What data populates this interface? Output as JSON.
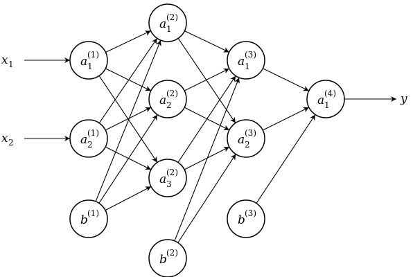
{
  "colors": {
    "stroke": "#000000",
    "fill": "#ffffff"
  },
  "inputs": [
    {
      "id": "x1",
      "name": "x",
      "sub": "1"
    },
    {
      "id": "x2",
      "name": "x",
      "sub": "2"
    }
  ],
  "output": {
    "id": "y",
    "name": "y"
  },
  "nodes": [
    {
      "id": "a11",
      "name": "a",
      "sub": "1",
      "sup": "(1)"
    },
    {
      "id": "a21",
      "name": "a",
      "sub": "2",
      "sup": "(1)"
    },
    {
      "id": "b1",
      "name": "b",
      "sub": "",
      "sup": "(1)"
    },
    {
      "id": "a12",
      "name": "a",
      "sub": "1",
      "sup": "(2)"
    },
    {
      "id": "a22",
      "name": "a",
      "sub": "2",
      "sup": "(2)"
    },
    {
      "id": "a32",
      "name": "a",
      "sub": "3",
      "sup": "(2)"
    },
    {
      "id": "b2",
      "name": "b",
      "sub": "",
      "sup": "(2)"
    },
    {
      "id": "a13",
      "name": "a",
      "sub": "1",
      "sup": "(3)"
    },
    {
      "id": "a23",
      "name": "a",
      "sub": "2",
      "sup": "(3)"
    },
    {
      "id": "b3",
      "name": "b",
      "sub": "",
      "sup": "(3)"
    },
    {
      "id": "a14",
      "name": "a",
      "sub": "1",
      "sup": "(4)"
    }
  ],
  "edges": [
    [
      "x1",
      "a11"
    ],
    [
      "x2",
      "a21"
    ],
    [
      "a11",
      "a12"
    ],
    [
      "a11",
      "a22"
    ],
    [
      "a11",
      "a32"
    ],
    [
      "a21",
      "a12"
    ],
    [
      "a21",
      "a22"
    ],
    [
      "a21",
      "a32"
    ],
    [
      "b1",
      "a12"
    ],
    [
      "b1",
      "a22"
    ],
    [
      "b1",
      "a32"
    ],
    [
      "a12",
      "a13"
    ],
    [
      "a12",
      "a23"
    ],
    [
      "a22",
      "a13"
    ],
    [
      "a22",
      "a23"
    ],
    [
      "a32",
      "a13"
    ],
    [
      "a32",
      "a23"
    ],
    [
      "b2",
      "a13"
    ],
    [
      "b2",
      "a23"
    ],
    [
      "a13",
      "a14"
    ],
    [
      "a23",
      "a14"
    ],
    [
      "b3",
      "a14"
    ],
    [
      "a14",
      "y"
    ]
  ]
}
